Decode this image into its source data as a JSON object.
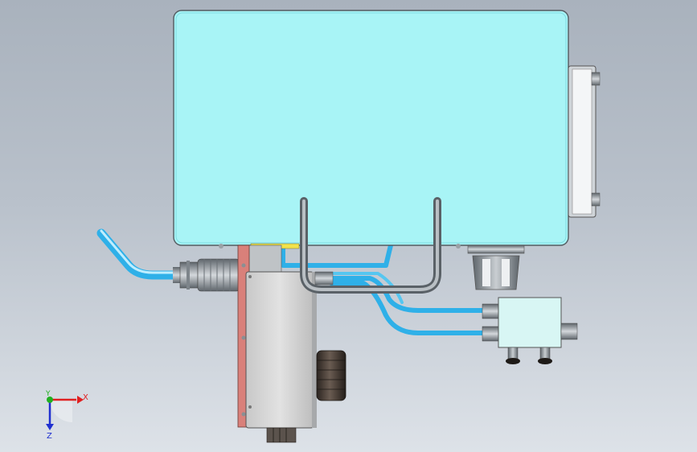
{
  "axis_triad": {
    "x_label": "X",
    "y_label": "Y",
    "z_label": "Z",
    "x_color": "#e02020",
    "y_color": "#20b020",
    "z_color": "#2030d0"
  },
  "colors": {
    "tank": "#a8f4f6",
    "tube": "#2fb0e8",
    "steel_pipe": "#8a9299",
    "enclosure": "#d4d4d4",
    "flange": "#d9807a",
    "valve_block": "#d8f6f4",
    "dark_knob": "#3b3430"
  }
}
